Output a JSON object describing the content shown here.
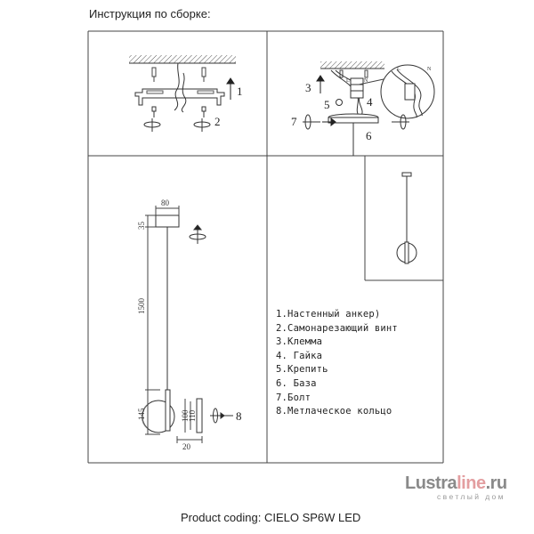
{
  "header": {
    "title": "Инструкция по сборке:"
  },
  "footer": {
    "product": "Product coding: CIELO SP6W LED"
  },
  "step_numbers": {
    "n1": "1",
    "n2": "2",
    "n3": "3",
    "n4": "4",
    "n5": "5",
    "n6": "6",
    "n7": "7",
    "n8": "8"
  },
  "wire_labels": {
    "L": "L",
    "N": "N"
  },
  "dimensions": {
    "canopy_width": "80",
    "canopy_height": "35",
    "cable_length": "1500",
    "shade_height": "145",
    "disc_inner": "100",
    "disc_outer": "110",
    "disc_depth": "20"
  },
  "legend": {
    "items": [
      "1.Настенный анкер)",
      "2.Самонарезающий винт",
      "3.Клемма",
      "4. Гайка",
      "5.Крепить",
      "6. База",
      "7.Болт",
      "8.Метлаческое кольцо"
    ]
  },
  "logo": {
    "brand_a": "Lustra",
    "brand_b": "line",
    "brand_c": ".ru",
    "tagline": "светлый дом"
  }
}
